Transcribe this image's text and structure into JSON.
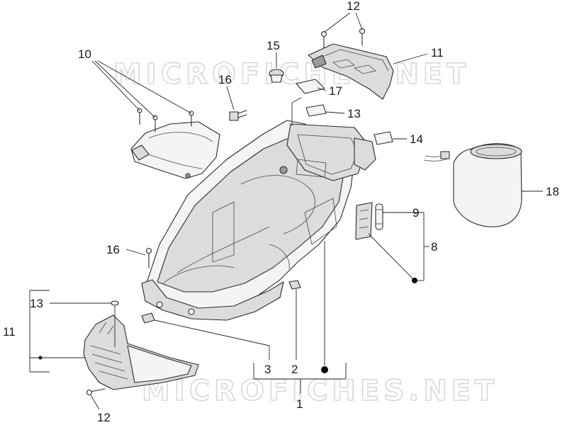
{
  "watermark": {
    "text": "MICROFICHES.NET"
  },
  "callouts": {
    "c1": "1",
    "c2": "2",
    "c3": "3",
    "c8": "8",
    "c9": "9",
    "c10": "10",
    "c11_top": "11",
    "c11_left": "11",
    "c12_top": "12",
    "c12_bottom": "12",
    "c13_top": "13",
    "c13_left": "13",
    "c14": "14",
    "c15": "15",
    "c16_top": "16",
    "c16_left": "16",
    "c17": "17",
    "c18": "18"
  }
}
